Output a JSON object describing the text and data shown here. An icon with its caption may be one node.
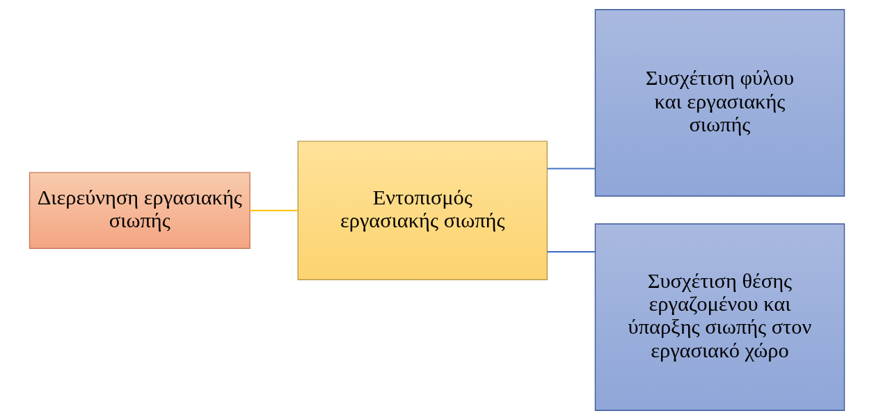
{
  "diagram": {
    "nodes": [
      {
        "text": [
          "Διερεύνηση εργασιακής σιωπής"
        ]
      },
      {
        "text": [
          "Εντοπισμός εργασιακής σιωπής"
        ]
      },
      {
        "text": [
          "Συσχέτιση φύλου και εργασιακής σιωπής"
        ]
      },
      {
        "text": [
          "Συσχέτιση θέσης εργαζομένου και ύπαρξης σιωπής στον εργασιακό χώρο"
        ]
      }
    ],
    "edges": [
      {
        "from": 0,
        "to": 1,
        "arrow": "none",
        "color": "#ffc000"
      },
      {
        "from": 1,
        "to": 2,
        "arrow": "none"
      },
      {
        "from": 1,
        "to": 3,
        "arrow": "none"
      }
    ]
  }
}
